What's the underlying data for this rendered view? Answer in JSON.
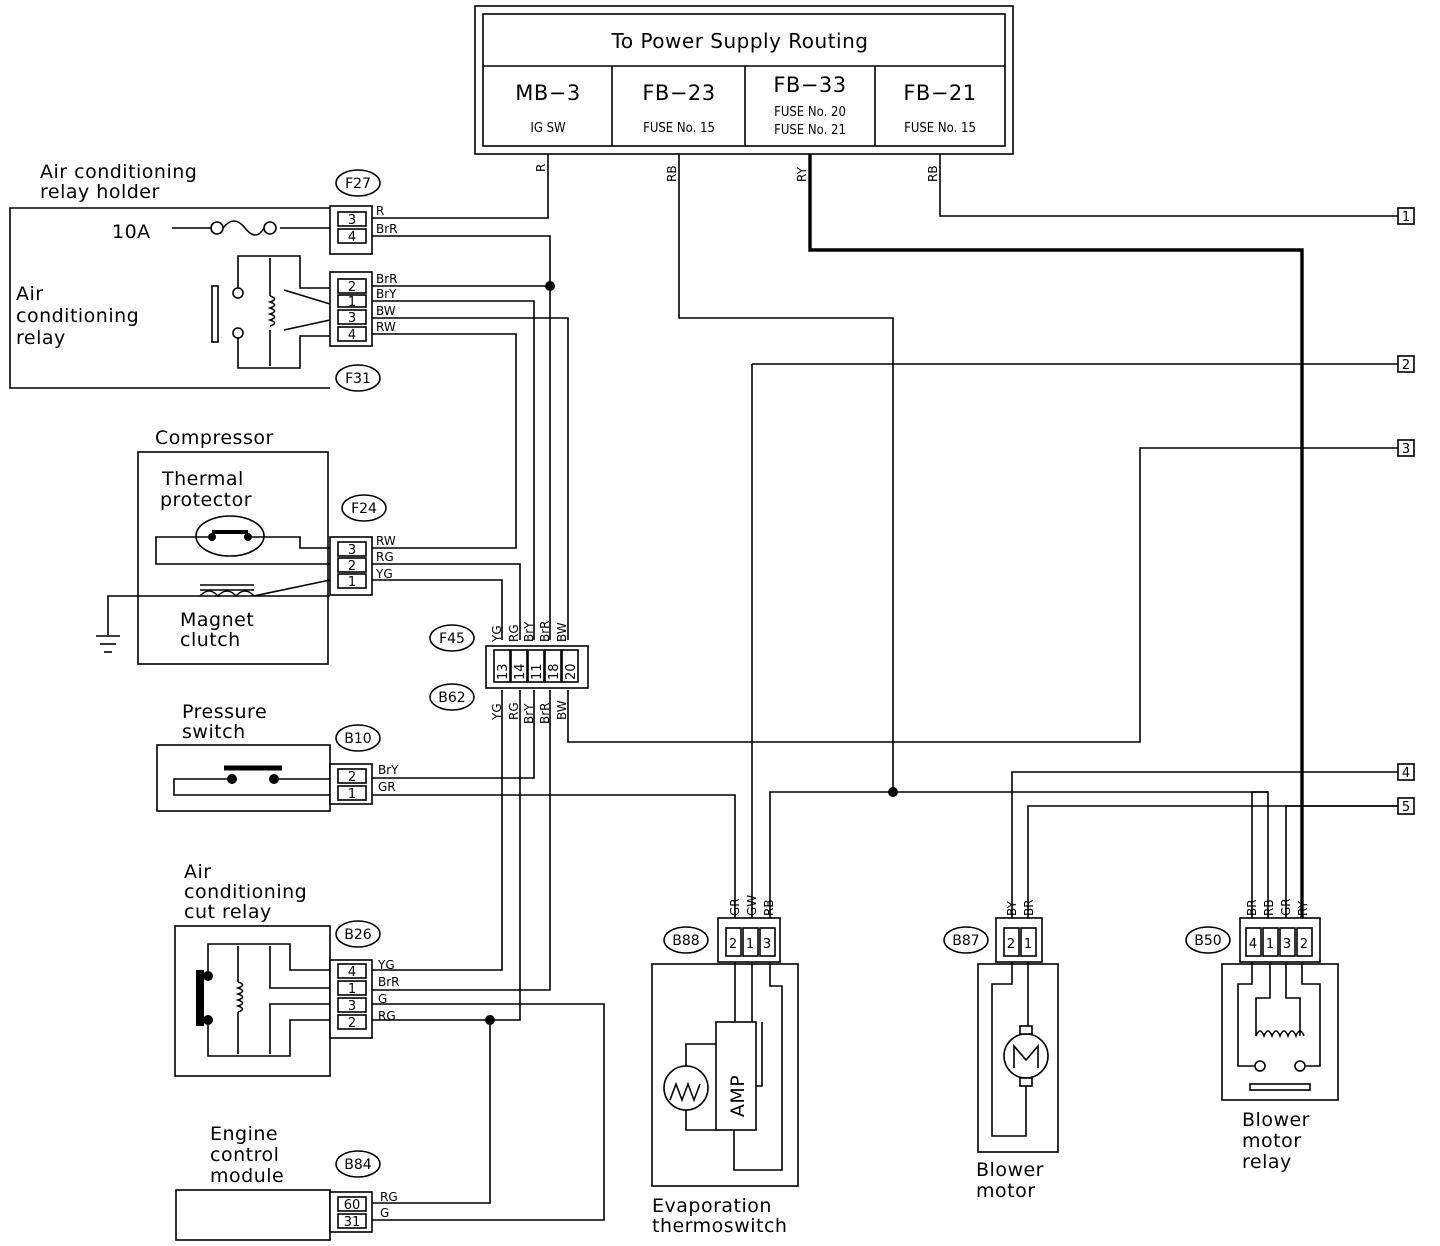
{
  "power_supply": {
    "title": "To Power Supply Routing",
    "cells": [
      {
        "code": "MB−3",
        "sub1": "IG SW",
        "sub2": ""
      },
      {
        "code": "FB−23",
        "sub1": "FUSE No. 15",
        "sub2": ""
      },
      {
        "code": "FB−33",
        "sub1": "FUSE No. 20",
        "sub2": "FUSE No. 21"
      },
      {
        "code": "FB−21",
        "sub1": "FUSE No. 15",
        "sub2": ""
      }
    ],
    "wire_colors": [
      "R",
      "RB",
      "RY",
      "RB"
    ]
  },
  "components": {
    "ac_relay_holder": {
      "line1": "Air conditioning",
      "line2": "relay holder",
      "fuse": "10A"
    },
    "ac_relay": {
      "line1": "Air",
      "line2": "conditioning",
      "line3": "relay"
    },
    "compressor": {
      "title": "Compressor",
      "thermal1": "Thermal",
      "thermal2": "protector",
      "clutch1": "Magnet",
      "clutch2": "clutch"
    },
    "pressure_switch": {
      "line1": "Pressure",
      "line2": "switch"
    },
    "ac_cut_relay": {
      "line1": "Air",
      "line2": "conditioning",
      "line3": "cut relay"
    },
    "ecm": {
      "line1": "Engine",
      "line2": "control",
      "line3": "module"
    },
    "evap_thermoswitch": {
      "line1": "Evaporation",
      "line2": "thermoswitch",
      "amp": "AMP"
    },
    "blower_motor": {
      "line1": "Blower",
      "line2": "motor"
    },
    "blower_motor_relay": {
      "line1": "Blower",
      "line2": "motor",
      "line3": "relay"
    }
  },
  "connectors": {
    "F27": {
      "id": "F27",
      "pins": [
        "3",
        "4"
      ],
      "wires": [
        "R",
        "BrR"
      ]
    },
    "F31": {
      "id": "F31",
      "pins": [
        "2",
        "1",
        "3",
        "4"
      ],
      "wires": [
        "BrR",
        "BrY",
        "BW",
        "RW"
      ]
    },
    "F24": {
      "id": "F24",
      "pins": [
        "3",
        "2",
        "1"
      ],
      "wires": [
        "RW",
        "RG",
        "YG"
      ]
    },
    "F45": {
      "id": "F45",
      "pins": [
        "13",
        "14",
        "11",
        "18",
        "20"
      ],
      "wires": [
        "YG",
        "RG",
        "BrY",
        "BrR",
        "BW"
      ]
    },
    "B62": {
      "id": "B62",
      "wires": [
        "YG",
        "RG",
        "BrY",
        "BrR",
        "BW"
      ]
    },
    "B10": {
      "id": "B10",
      "pins": [
        "2",
        "1"
      ],
      "wires": [
        "BrY",
        "GR"
      ]
    },
    "B26": {
      "id": "B26",
      "pins": [
        "4",
        "1",
        "3",
        "2"
      ],
      "wires": [
        "YG",
        "BrR",
        "G",
        "RG"
      ]
    },
    "B84": {
      "id": "B84",
      "pins": [
        "60",
        "31"
      ],
      "wires": [
        "RG",
        "G"
      ]
    },
    "B88": {
      "id": "B88",
      "pins": [
        "2",
        "1",
        "3"
      ],
      "wires": [
        "GR",
        "GW",
        "RB"
      ]
    },
    "B87": {
      "id": "B87",
      "pins": [
        "2",
        "1"
      ],
      "wires": [
        "BY",
        "BR"
      ]
    },
    "B50": {
      "id": "B50",
      "pins": [
        "4",
        "1",
        "3",
        "2"
      ],
      "wires": [
        "BR",
        "RB",
        "GR",
        "RY"
      ]
    }
  },
  "references": [
    "1",
    "2",
    "3",
    "4",
    "5"
  ]
}
